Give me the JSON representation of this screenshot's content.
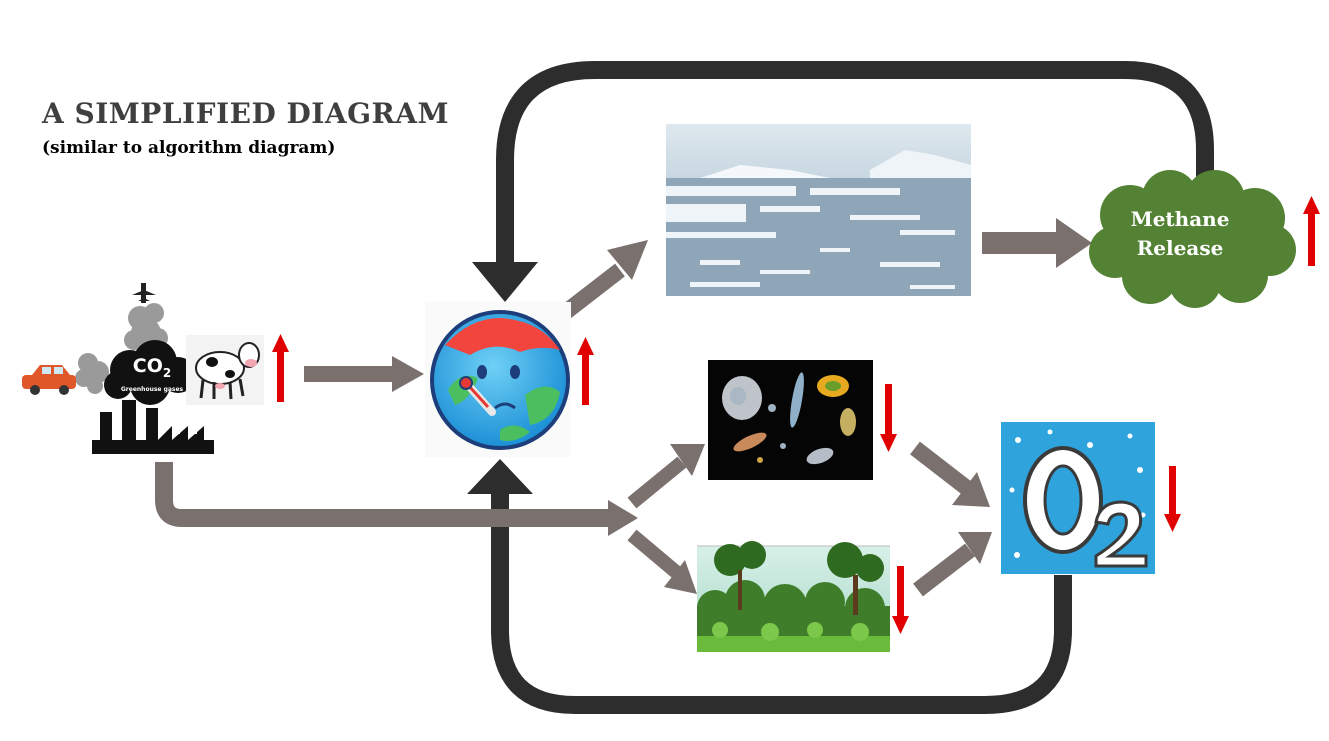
{
  "diagram": {
    "title": "A SIMPLIFIED DIAGRAM",
    "subtitle": "(similar to algorithm diagram)",
    "nodes": {
      "sources": {
        "co2_label": "CO",
        "co2_subscript": "2",
        "co2_caption": "Greenhouse gases",
        "trend": "up"
      },
      "earth": {
        "trend": "up"
      },
      "ice": {
        "trend": "none"
      },
      "methane": {
        "label_line1": "Methane",
        "label_line2": "Release",
        "trend": "up"
      },
      "plankton": {
        "trend": "down"
      },
      "forest": {
        "trend": "down"
      },
      "oxygen": {
        "label": "O",
        "subscript": "2",
        "trend": "down"
      }
    },
    "colors": {
      "feedback_loop": "#2d2d2d",
      "flow_arrow": "#7a706d",
      "trend_arrow": "#e00000",
      "cloud": "#548235",
      "ocean": "#2ea3dc",
      "title": "#3f3f3f"
    }
  }
}
